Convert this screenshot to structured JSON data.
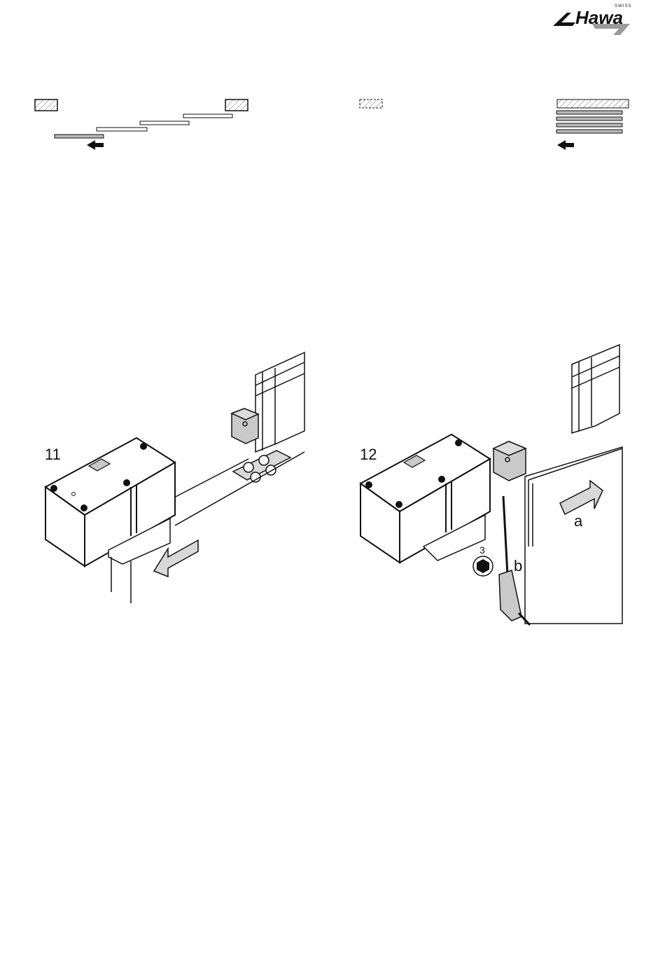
{
  "header": {
    "logo": {
      "brand": "Hawa",
      "tagline": "SWISS"
    }
  },
  "diagrams": {
    "top_left": {
      "direction": "left"
    },
    "top_right": {
      "direction": "right"
    }
  },
  "steps": [
    {
      "number": "11"
    },
    {
      "number": "12",
      "labels": {
        "a": "a",
        "b": "b"
      },
      "tool_size": "3"
    }
  ],
  "colors": {
    "line": "#111111",
    "panel_gray": "#b8b8b8",
    "part_gray": "#c9c9c9",
    "hatch": "#666666"
  }
}
